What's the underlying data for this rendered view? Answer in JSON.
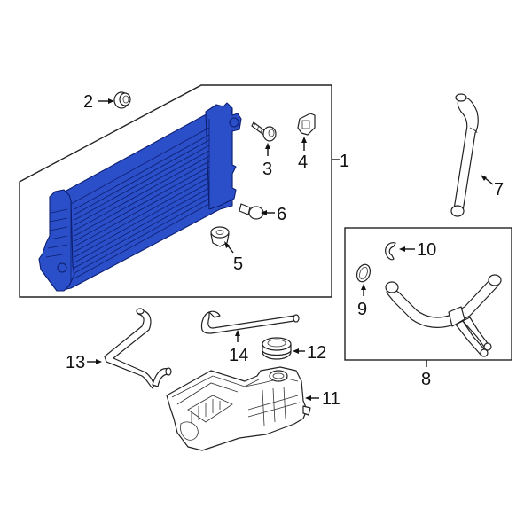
{
  "diagram": {
    "title": "Radiator and cooling components",
    "highlight_color": "#2b4fc9",
    "groups": [
      {
        "id": "group-1",
        "label": "1",
        "description": "Radiator assembly group (box)"
      },
      {
        "id": "group-8",
        "label": "8",
        "description": "Coolant hose assembly group (box)"
      }
    ],
    "callouts": [
      {
        "number": "1",
        "part": "radiator",
        "highlighted": true
      },
      {
        "number": "2",
        "part": "upper-insulator"
      },
      {
        "number": "3",
        "part": "bolt"
      },
      {
        "number": "4",
        "part": "nut"
      },
      {
        "number": "5",
        "part": "lower-insulator"
      },
      {
        "number": "6",
        "part": "drain-plug"
      },
      {
        "number": "7",
        "part": "upper-hose"
      },
      {
        "number": "8",
        "part": "lower-hose-assembly"
      },
      {
        "number": "9",
        "part": "o-ring"
      },
      {
        "number": "10",
        "part": "clip"
      },
      {
        "number": "11",
        "part": "reservoir"
      },
      {
        "number": "12",
        "part": "reservoir-cap"
      },
      {
        "number": "13",
        "part": "overflow-hose"
      },
      {
        "number": "14",
        "part": "vent-hose"
      }
    ]
  }
}
